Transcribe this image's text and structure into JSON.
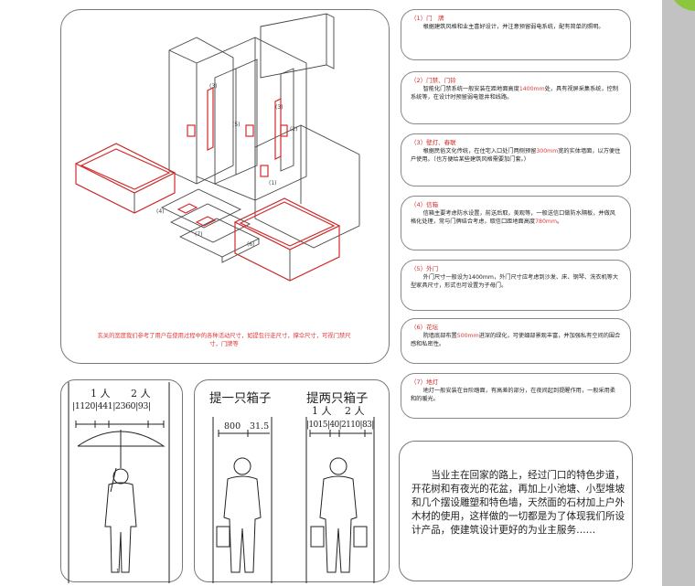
{
  "diagram": {
    "labels": [
      "(1)",
      "(2)",
      "(3)",
      "(4)",
      "(5)",
      "(6)",
      "(7)"
    ],
    "caption_plain": "玄关的宽度我们参考了用户在使用过程中的各种活动尺寸，如提包行走尺寸，撑伞尺寸，可视门禁尺寸，门牌等"
  },
  "figures": {
    "umbrella": {
      "head1": "1 人",
      "head2": "2 人",
      "dims": "|1120|441|2360|93|"
    },
    "one_box": {
      "title": "提一只箱子",
      "dims1": "800",
      "dims2": "31.5"
    },
    "two_boxes": {
      "title": "提两只箱子",
      "head1": "1 人",
      "head2": "2 人",
      "dims": "|1015|40|2110|83|"
    }
  },
  "notes": [
    {
      "title": "（1）门　牌",
      "pre": "根据建筑风格和业主喜好设计，并注意预留弱电系统，配有简单的照明。",
      "hl": "",
      "post": ""
    },
    {
      "title": "（2）门禁、门铃",
      "pre": "智能化门禁系统一般安装在距地面高度",
      "hl": "1400mm",
      "post": "处，具有视屏采集系统，控制系统等，在设计时预留弱电管井和线路。"
    },
    {
      "title": "（3）壁灯、春联",
      "pre": "根据民俗文化传统，在住宅入口处门两侧预留",
      "hl": "300mm",
      "post": "宽的实体墙面，以方便住户使用。（也方便给某些建筑风格需要加门套。）"
    },
    {
      "title": "（4）信箱",
      "pre": "信箱主要考虑防水设置，前送后取，美观等，一般送信口做防水隔板，并做风格化处理，常与门牌结合考虑，取信口距地面高度",
      "hl": "780mm",
      "post": "。"
    },
    {
      "title": "（5）外门",
      "pre": "外门尺寸一般设为1400mm，外门尺寸应考虑到沙发、床、钢琴、洗衣机等大型家具尺寸，形式也可设置为子母门。",
      "hl": "",
      "post": ""
    },
    {
      "title": "（6）花坛",
      "pre": "院墙底部布置",
      "hl": "500mm",
      "post": "进深的绿化，可使细部景观丰富，并加强私有空间的围合感和私密性。"
    },
    {
      "title": "（7）地灯",
      "pre": "地灯一般安装在台阶踏面，有高差的部分，在夜间起到提醒作用，一般采用柔和的暖光。",
      "hl": "",
      "post": ""
    }
  ],
  "summary": "当业主在回家的路上，经过门口的特色步道，开花树和有夜光的花盆，再加上小池塘、小型堆坡和几个摆设雕塑和特色墙，天然面的石材加上户外木材的使用，这样做的一切都是为了体现我们所设计产品，使建筑设计更好的为业主服务……",
  "colors": {
    "accent": "#e23a3a",
    "border": "#777777",
    "sidebar": "#c2c2c2",
    "leaf": "#8cc63f"
  }
}
